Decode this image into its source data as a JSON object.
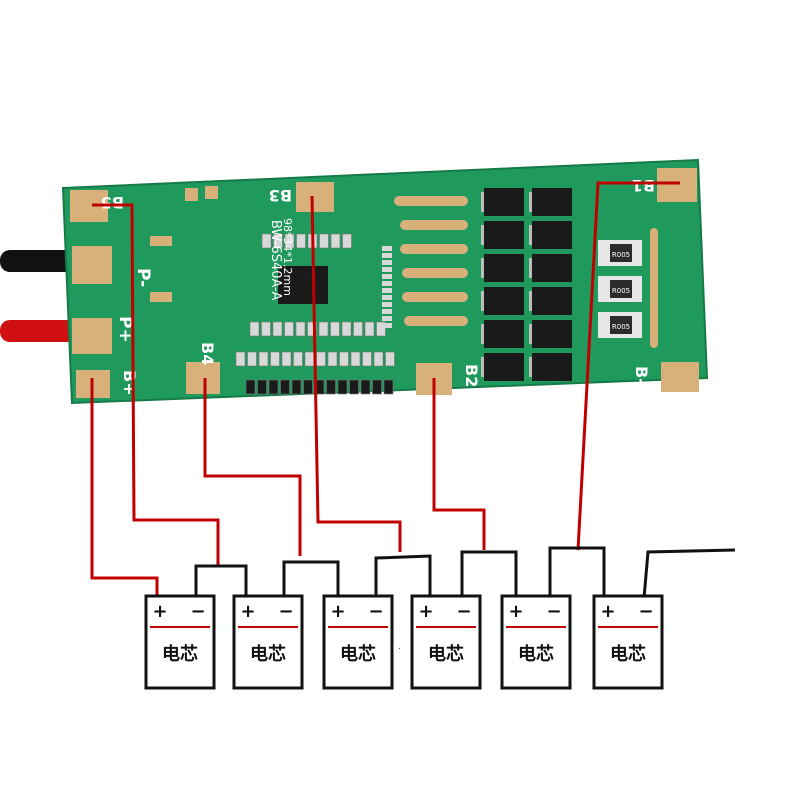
{
  "board": {
    "model": "BW-6S40A-A",
    "size_text": "98*34*1.2mm",
    "pads": {
      "b5": "B5",
      "b3": "B3",
      "b1": "B1",
      "p_minus": "P-",
      "p_plus": "P+",
      "b_plus": "B+",
      "b4": "B4",
      "b2": "B2",
      "b_minus": "B-"
    },
    "resistor_code": "R005",
    "colors": {
      "pcb": "#1f9a5c",
      "pad": "#d7b07a",
      "silk": "#ffffff",
      "chip": "#1a1a1a"
    }
  },
  "cells": [
    {
      "plus": "+",
      "minus": "−",
      "label": "电芯"
    },
    {
      "plus": "+",
      "minus": "−",
      "label": "电芯"
    },
    {
      "plus": "+",
      "minus": "−",
      "label": "电芯"
    },
    {
      "plus": "+",
      "minus": "−",
      "label": "电芯"
    },
    {
      "plus": "+",
      "minus": "−",
      "label": "电芯"
    },
    {
      "plus": "+",
      "minus": "−",
      "label": "电芯"
    }
  ],
  "wires": {
    "balance_color": "#c00000",
    "series_color": "#111111",
    "output_negative_color": "#111111",
    "output_positive_color": "#d01010"
  }
}
